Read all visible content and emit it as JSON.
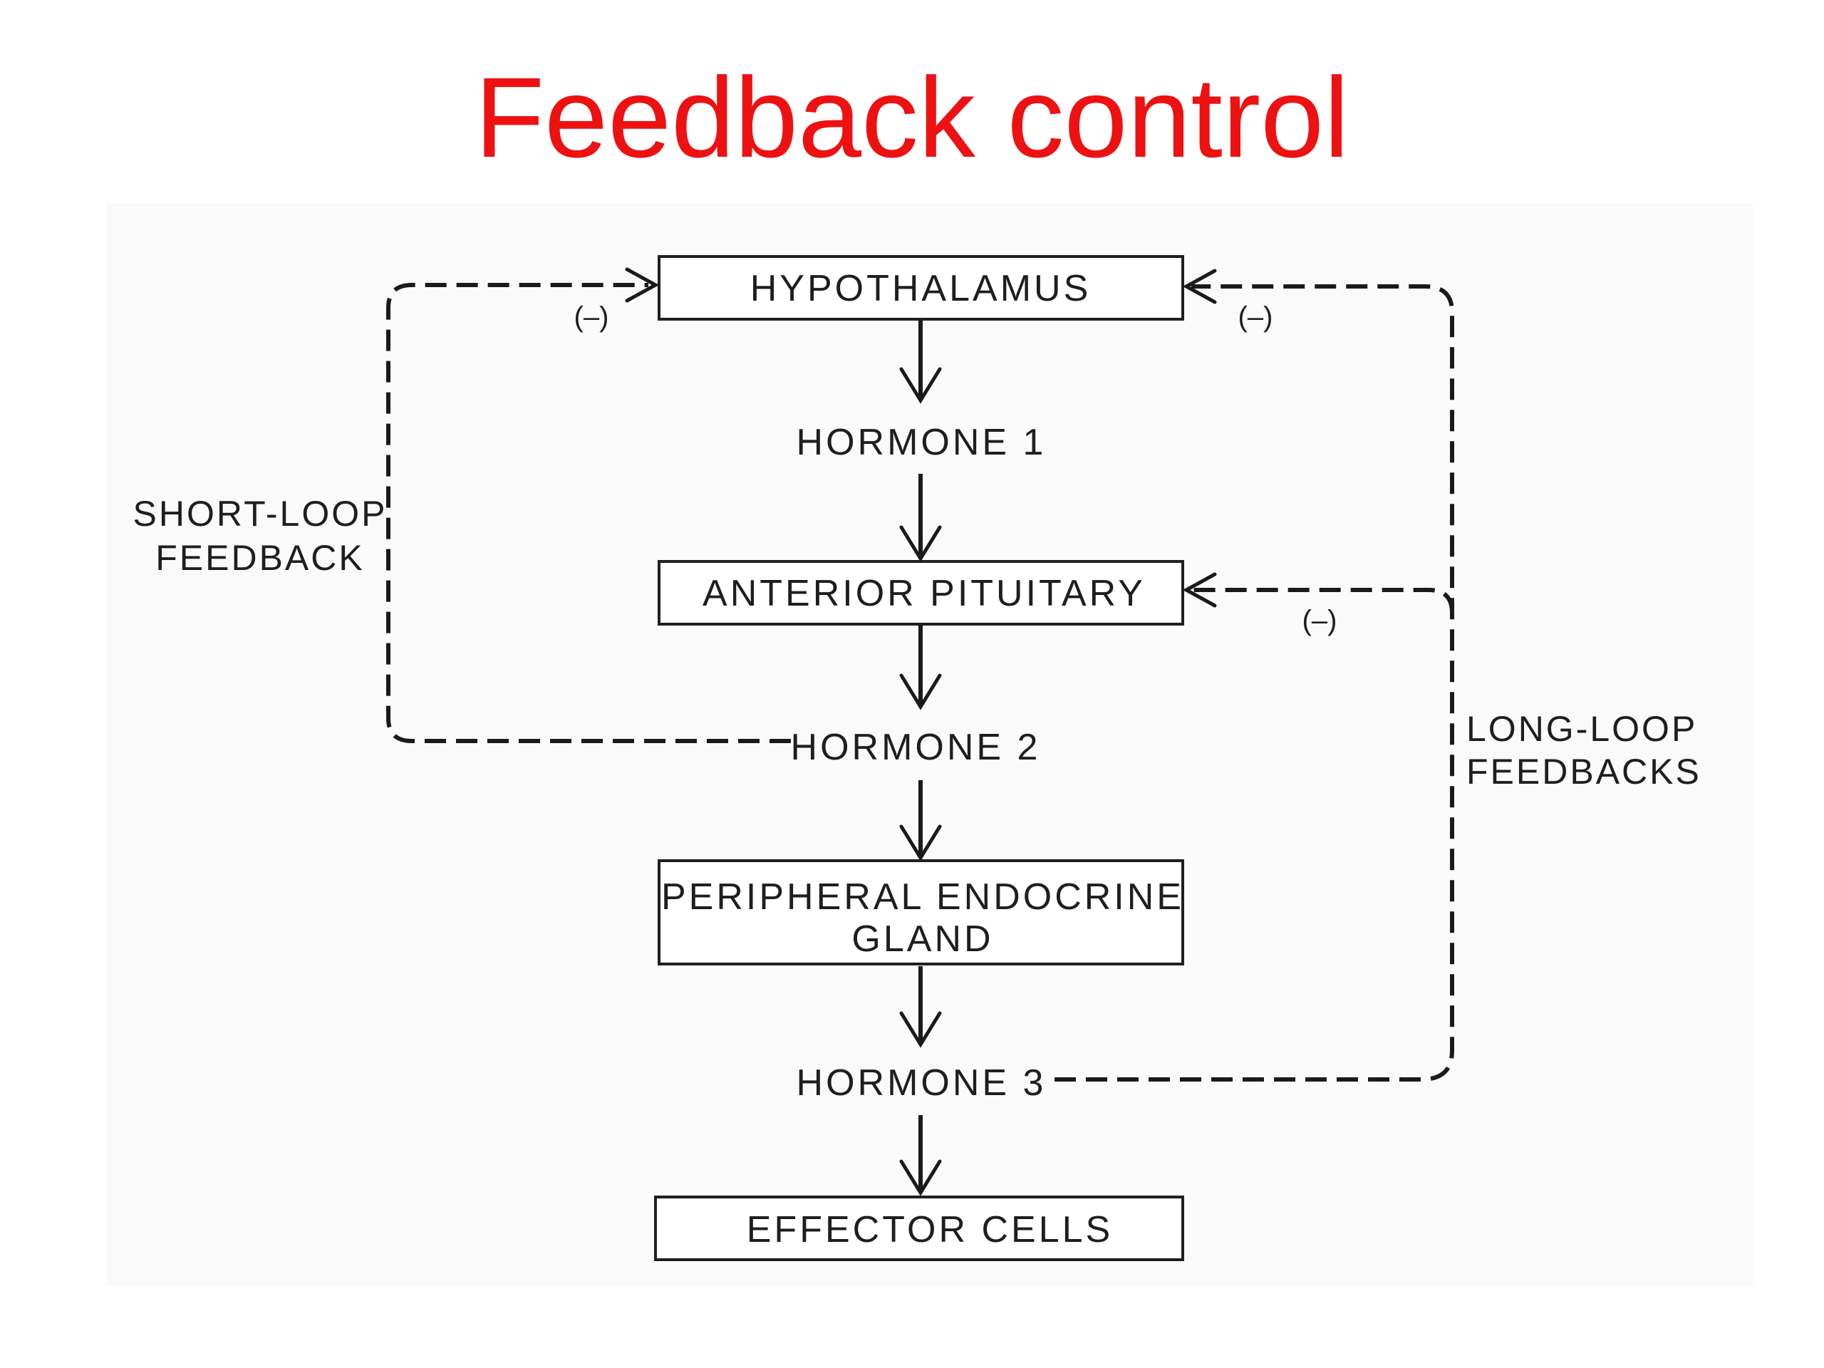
{
  "title": "Feedback control",
  "colors": {
    "title": "#ee1111",
    "line": "#1a1a1a",
    "background": "#ffffff",
    "diagram_panel": "#fafafa"
  },
  "nodes": {
    "hypothalamus": "HYPOTHALAMUS",
    "anterior_pituitary": "ANTERIOR PITUITARY",
    "peripheral_gland_line1": "PERIPHERAL ENDOCRINE",
    "peripheral_gland_line2": "GLAND",
    "effector_cells": "EFFECTOR CELLS"
  },
  "hormones": {
    "hormone1": "HORMONE 1",
    "hormone2": "HORMONE 2",
    "hormone3": "HORMONE 3"
  },
  "loops": {
    "short_loop_line1": "SHORT-LOOP",
    "short_loop_line2": "FEEDBACK",
    "long_loop_line1": "LONG-LOOP",
    "long_loop_line2": "FEEDBACKS"
  },
  "inhibition": {
    "short_loop_sign": "(–)",
    "long_loop_hypothalamus_sign": "(–)",
    "long_loop_pituitary_sign": "(–)"
  }
}
